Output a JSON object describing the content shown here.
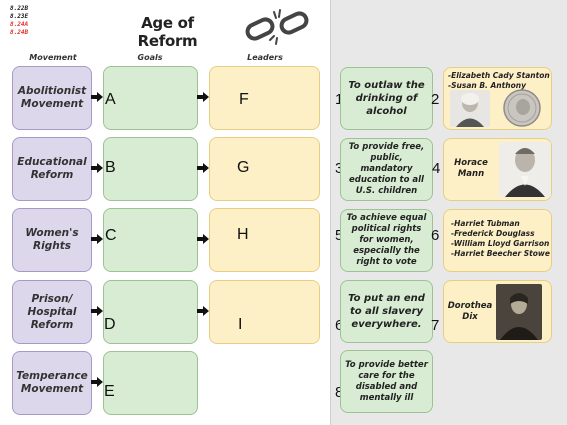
{
  "sheet": {
    "standards": [
      {
        "code": "8.22B",
        "color": "#222222"
      },
      {
        "code": "8.23E",
        "color": "#222222"
      },
      {
        "code": "8.24A",
        "color": "#e03030"
      },
      {
        "code": "8.24B",
        "color": "#e03030"
      }
    ],
    "title": "Age of Reform",
    "headers": {
      "movement": "Movement",
      "goals": "Goals",
      "leaders": "Leaders"
    },
    "movements": [
      {
        "label": "Abolitionist Movement",
        "goal_letter": "A",
        "leader_letter": "F"
      },
      {
        "label": "Educational Reform",
        "goal_letter": "B",
        "leader_letter": "G"
      },
      {
        "label": "Women's Rights",
        "goal_letter": "C",
        "leader_letter": "H"
      },
      {
        "label": "Prison/ Hospital Reform",
        "goal_letter": "D",
        "leader_letter": "I"
      },
      {
        "label": "Temperance Movement",
        "goal_letter": "E",
        "leader_letter": ""
      }
    ]
  },
  "goal_cards": [
    {
      "number": "1",
      "text": "To outlaw the drinking of alcohol"
    },
    {
      "number": "3",
      "text": "To provide free, public, mandatory education to all U.S. children"
    },
    {
      "number": "5",
      "text": "To achieve equal political rights for women, especially the right to vote"
    },
    {
      "number": "6",
      "text": "To put an end to all slavery everywhere."
    },
    {
      "number": "8",
      "text": "To provide better care for the disabled and mentally ill"
    }
  ],
  "leader_cards": [
    {
      "number": "2",
      "names": [
        "-Elizabeth Cady Stanton",
        "-Susan B. Anthony"
      ]
    },
    {
      "number": "4",
      "names": [
        "Horace Mann"
      ]
    },
    {
      "number": "6",
      "names": [
        "-Harriet Tubman",
        "-Frederick Douglass",
        "-William Lloyd Garrison",
        "-Harriet Beecher Stowe"
      ]
    },
    {
      "number": "7",
      "names": [
        "Dorothea Dix"
      ]
    }
  ],
  "colors": {
    "purple": "#ddd7ec",
    "green": "#d8ecd3",
    "yellow": "#fdf0c6"
  },
  "icons": [
    "broken-chain-icon",
    "arrow-right-icon"
  ]
}
